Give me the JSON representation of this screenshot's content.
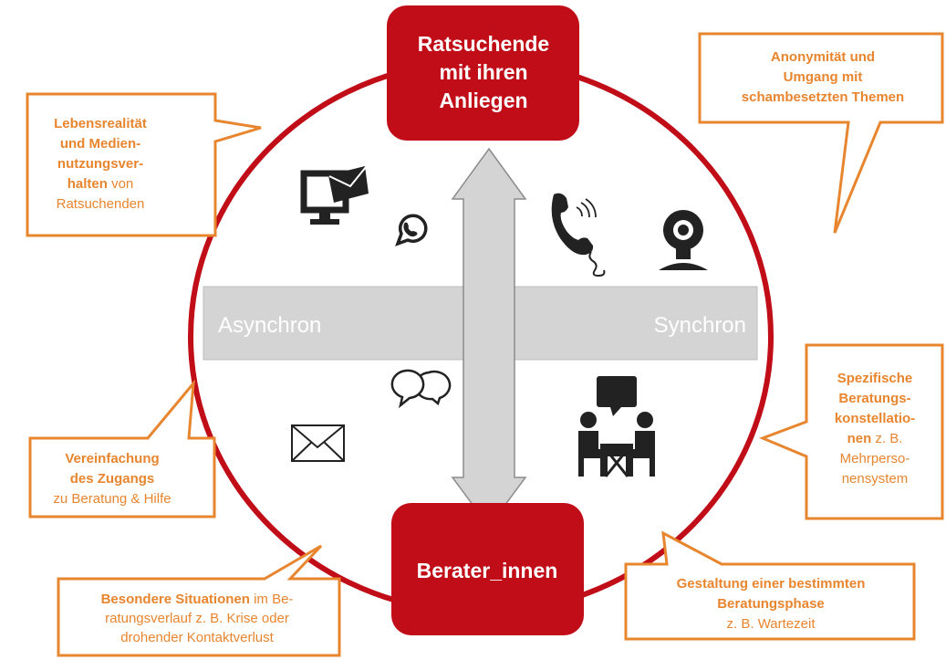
{
  "colors": {
    "red": "#c00d17",
    "orange": "#e8852f",
    "gray": "#d4d4d4",
    "icon": "#222222"
  },
  "top_box": {
    "lines": [
      "Ratsuchende",
      "mit ihren",
      "Anliegen"
    ]
  },
  "bottom_box": {
    "label": "Berater_innen"
  },
  "axis": {
    "left": "Asynchron",
    "right": "Synchron"
  },
  "icons": [
    "computer-mail-icon",
    "whatsapp-icon",
    "telephone-icon",
    "webcam-icon",
    "chat-bubbles-icon",
    "envelope-icon",
    "face-to-face-meeting-icon"
  ],
  "callouts": {
    "c1": {
      "lines": [
        [
          {
            "t": "Lebensrealität",
            "b": true
          }
        ],
        [
          {
            "t": "und Medien-",
            "b": true
          }
        ],
        [
          {
            "t": "nutzungsver-",
            "b": true
          }
        ],
        [
          {
            "t": "halten",
            "b": true
          },
          {
            "t": " von",
            "b": false
          }
        ],
        [
          {
            "t": "Ratsuchenden",
            "b": false
          }
        ]
      ]
    },
    "c2": {
      "lines": [
        [
          {
            "t": "Anonymität und",
            "b": true
          }
        ],
        [
          {
            "t": "Umgang mit",
            "b": true
          }
        ],
        [
          {
            "t": "schambesetzten Themen",
            "b": true
          }
        ]
      ]
    },
    "c3": {
      "lines": [
        [
          {
            "t": "Vereinfachung",
            "b": true
          }
        ],
        [
          {
            "t": "des Zugangs",
            "b": true
          }
        ],
        [
          {
            "t": "zu Beratung & Hilfe",
            "b": false
          }
        ]
      ]
    },
    "c4": {
      "lines": [
        [
          {
            "t": "Spezifische",
            "b": true
          }
        ],
        [
          {
            "t": "Beratungs-",
            "b": true
          }
        ],
        [
          {
            "t": "konstellatio-",
            "b": true
          }
        ],
        [
          {
            "t": "nen",
            "b": true
          },
          {
            "t": " z. B.",
            "b": false
          }
        ],
        [
          {
            "t": "Mehrperso-",
            "b": false
          }
        ],
        [
          {
            "t": "nensystem",
            "b": false
          }
        ]
      ]
    },
    "c5": {
      "lines": [
        [
          {
            "t": "Besondere Situationen",
            "b": true
          },
          {
            "t": " im Be-",
            "b": false
          }
        ],
        [
          {
            "t": "ratungsverlauf z. B. Krise oder",
            "b": false
          }
        ],
        [
          {
            "t": "drohender Kontaktverlust",
            "b": false
          }
        ]
      ]
    },
    "c6": {
      "lines": [
        [
          {
            "t": "Gestaltung einer bestimmten",
            "b": true
          }
        ],
        [
          {
            "t": "Beratungsphase",
            "b": true
          }
        ],
        [
          {
            "t": "z. B. Wartezeit",
            "b": false
          }
        ]
      ]
    }
  }
}
